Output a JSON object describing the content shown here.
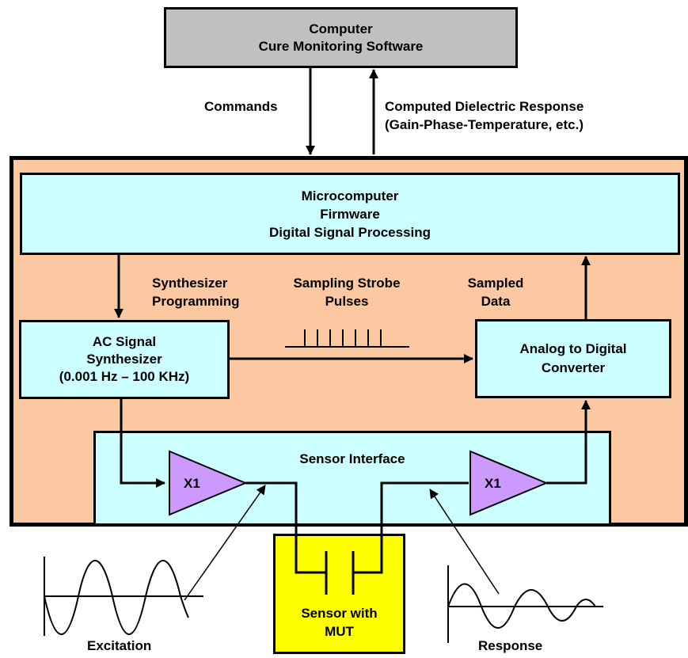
{
  "computer": {
    "line1": "Computer",
    "line2": "Cure Monitoring Software",
    "fill": "#c0c0c0"
  },
  "links": {
    "commands": "Commands",
    "response_line1": "Computed Dielectric Response",
    "response_line2": "(Gain-Phase-Temperature, etc.)"
  },
  "instrument": {
    "fill": "#fbc8a2"
  },
  "microcomputer": {
    "line1": "Microcomputer",
    "line2": "Firmware",
    "line3": "Digital Signal Processing",
    "fill": "#ccffff"
  },
  "labels": {
    "synth_prog_1": "Synthesizer",
    "synth_prog_2": "Programming",
    "strobe_1": "Sampling Strobe",
    "strobe_2": "Pulses",
    "sampled_1": "Sampled",
    "sampled_2": "Data"
  },
  "synthesizer": {
    "line1": "AC Signal",
    "line2": "Synthesizer",
    "line3": "(0.001 Hz – 100 KHz)"
  },
  "adc": {
    "line1": "Analog to Digital",
    "line2": "Converter"
  },
  "sensor_interface": {
    "title": "Sensor Interface"
  },
  "amplifiers": {
    "left": "X1",
    "right": "X1",
    "fill": "#cc99ff"
  },
  "sensor": {
    "line1": "Sensor with",
    "line2": "MUT",
    "fill": "#ffff00"
  },
  "waveforms": {
    "excitation": "Excitation",
    "response": "Response"
  }
}
